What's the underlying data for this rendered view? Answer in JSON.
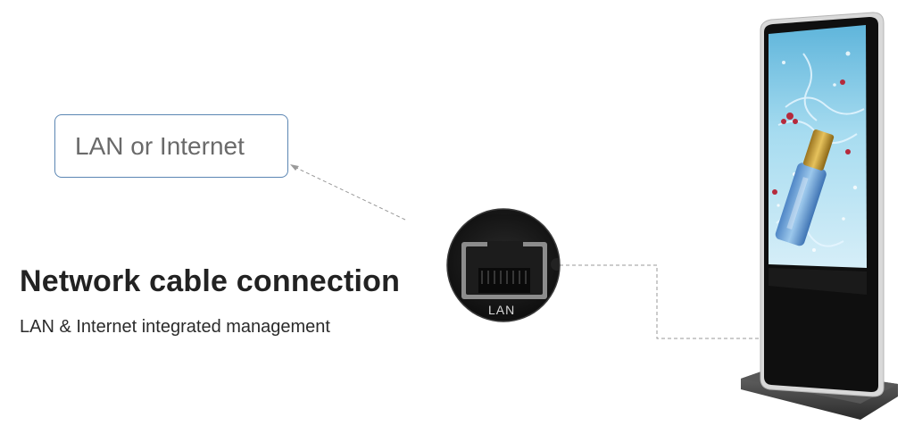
{
  "callout": {
    "label": "LAN or Internet"
  },
  "heading": {
    "title": "Network cable connection",
    "subtitle": "LAN & Internet integrated management"
  },
  "port": {
    "label": "LAN"
  },
  "colors": {
    "box_border": "#5b86b3",
    "title_text": "#222222",
    "screen_sky": "#7ecbe8",
    "port_body": "#1a1a1a",
    "port_leds": "#c8a45a"
  },
  "icons": [
    "rj45-port-icon",
    "kiosk-display-image",
    "perfume-bottle-image"
  ]
}
